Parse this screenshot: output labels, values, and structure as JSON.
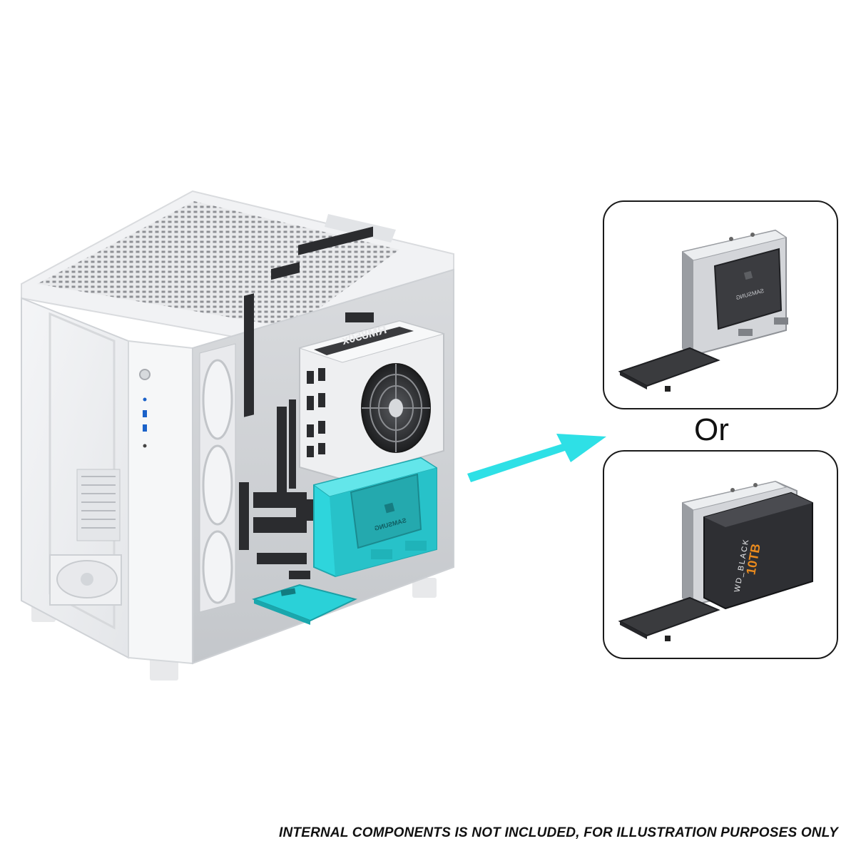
{
  "colors": {
    "accent": "#2ee0e6",
    "case_body": "#f3f4f6",
    "drive_dark": "#3a3b3e",
    "bracket_gray": "#c9cbcf"
  },
  "psu": {
    "model_label": "RM850x"
  },
  "drive_labels": {
    "ssd_brand": "SAMSUNG",
    "hdd_brand": "WD_BLACK",
    "hdd_capacity": "10TB"
  },
  "or_label": "Or",
  "disclaimer": "INTERNAL COMPONENTS IS NOT INCLUDED, FOR ILLUSTRATION PURPOSES ONLY"
}
